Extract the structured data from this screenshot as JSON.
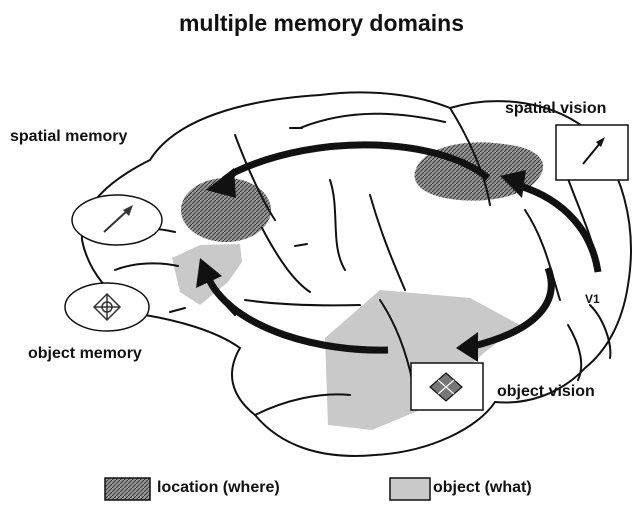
{
  "title": "multiple memory domains",
  "labels": {
    "spatial_memory": "spatial memory",
    "spatial_vision": "spatial vision",
    "object_memory": "object memory",
    "object_vision": "object vision",
    "v1": "V1"
  },
  "legend": {
    "location": "location (where)",
    "object": "object (what)"
  },
  "colors": {
    "ink": "#111111",
    "object_fill": "#c9c9c9",
    "location_fill": "#8a8a8a"
  }
}
